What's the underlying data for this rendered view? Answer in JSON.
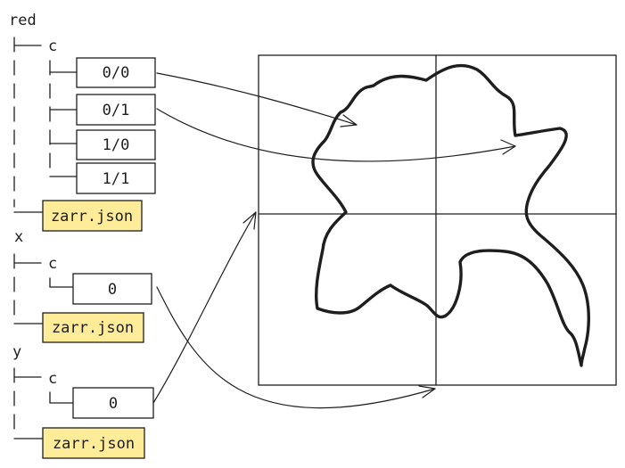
{
  "colors": {
    "ink": "#1e1e1e",
    "metadata_fill": "#ffec99",
    "background": "#ffffff"
  },
  "tree": {
    "red": {
      "label": "red",
      "c_label": "c",
      "chunks": [
        "0/0",
        "0/1",
        "1/0",
        "1/1"
      ],
      "metadata": "zarr.json"
    },
    "x": {
      "label": "x",
      "c_label": "c",
      "chunks": [
        "0"
      ],
      "metadata": "zarr.json"
    },
    "y": {
      "label": "y",
      "c_label": "c",
      "chunks": [
        "0"
      ],
      "metadata": "zarr.json"
    }
  }
}
